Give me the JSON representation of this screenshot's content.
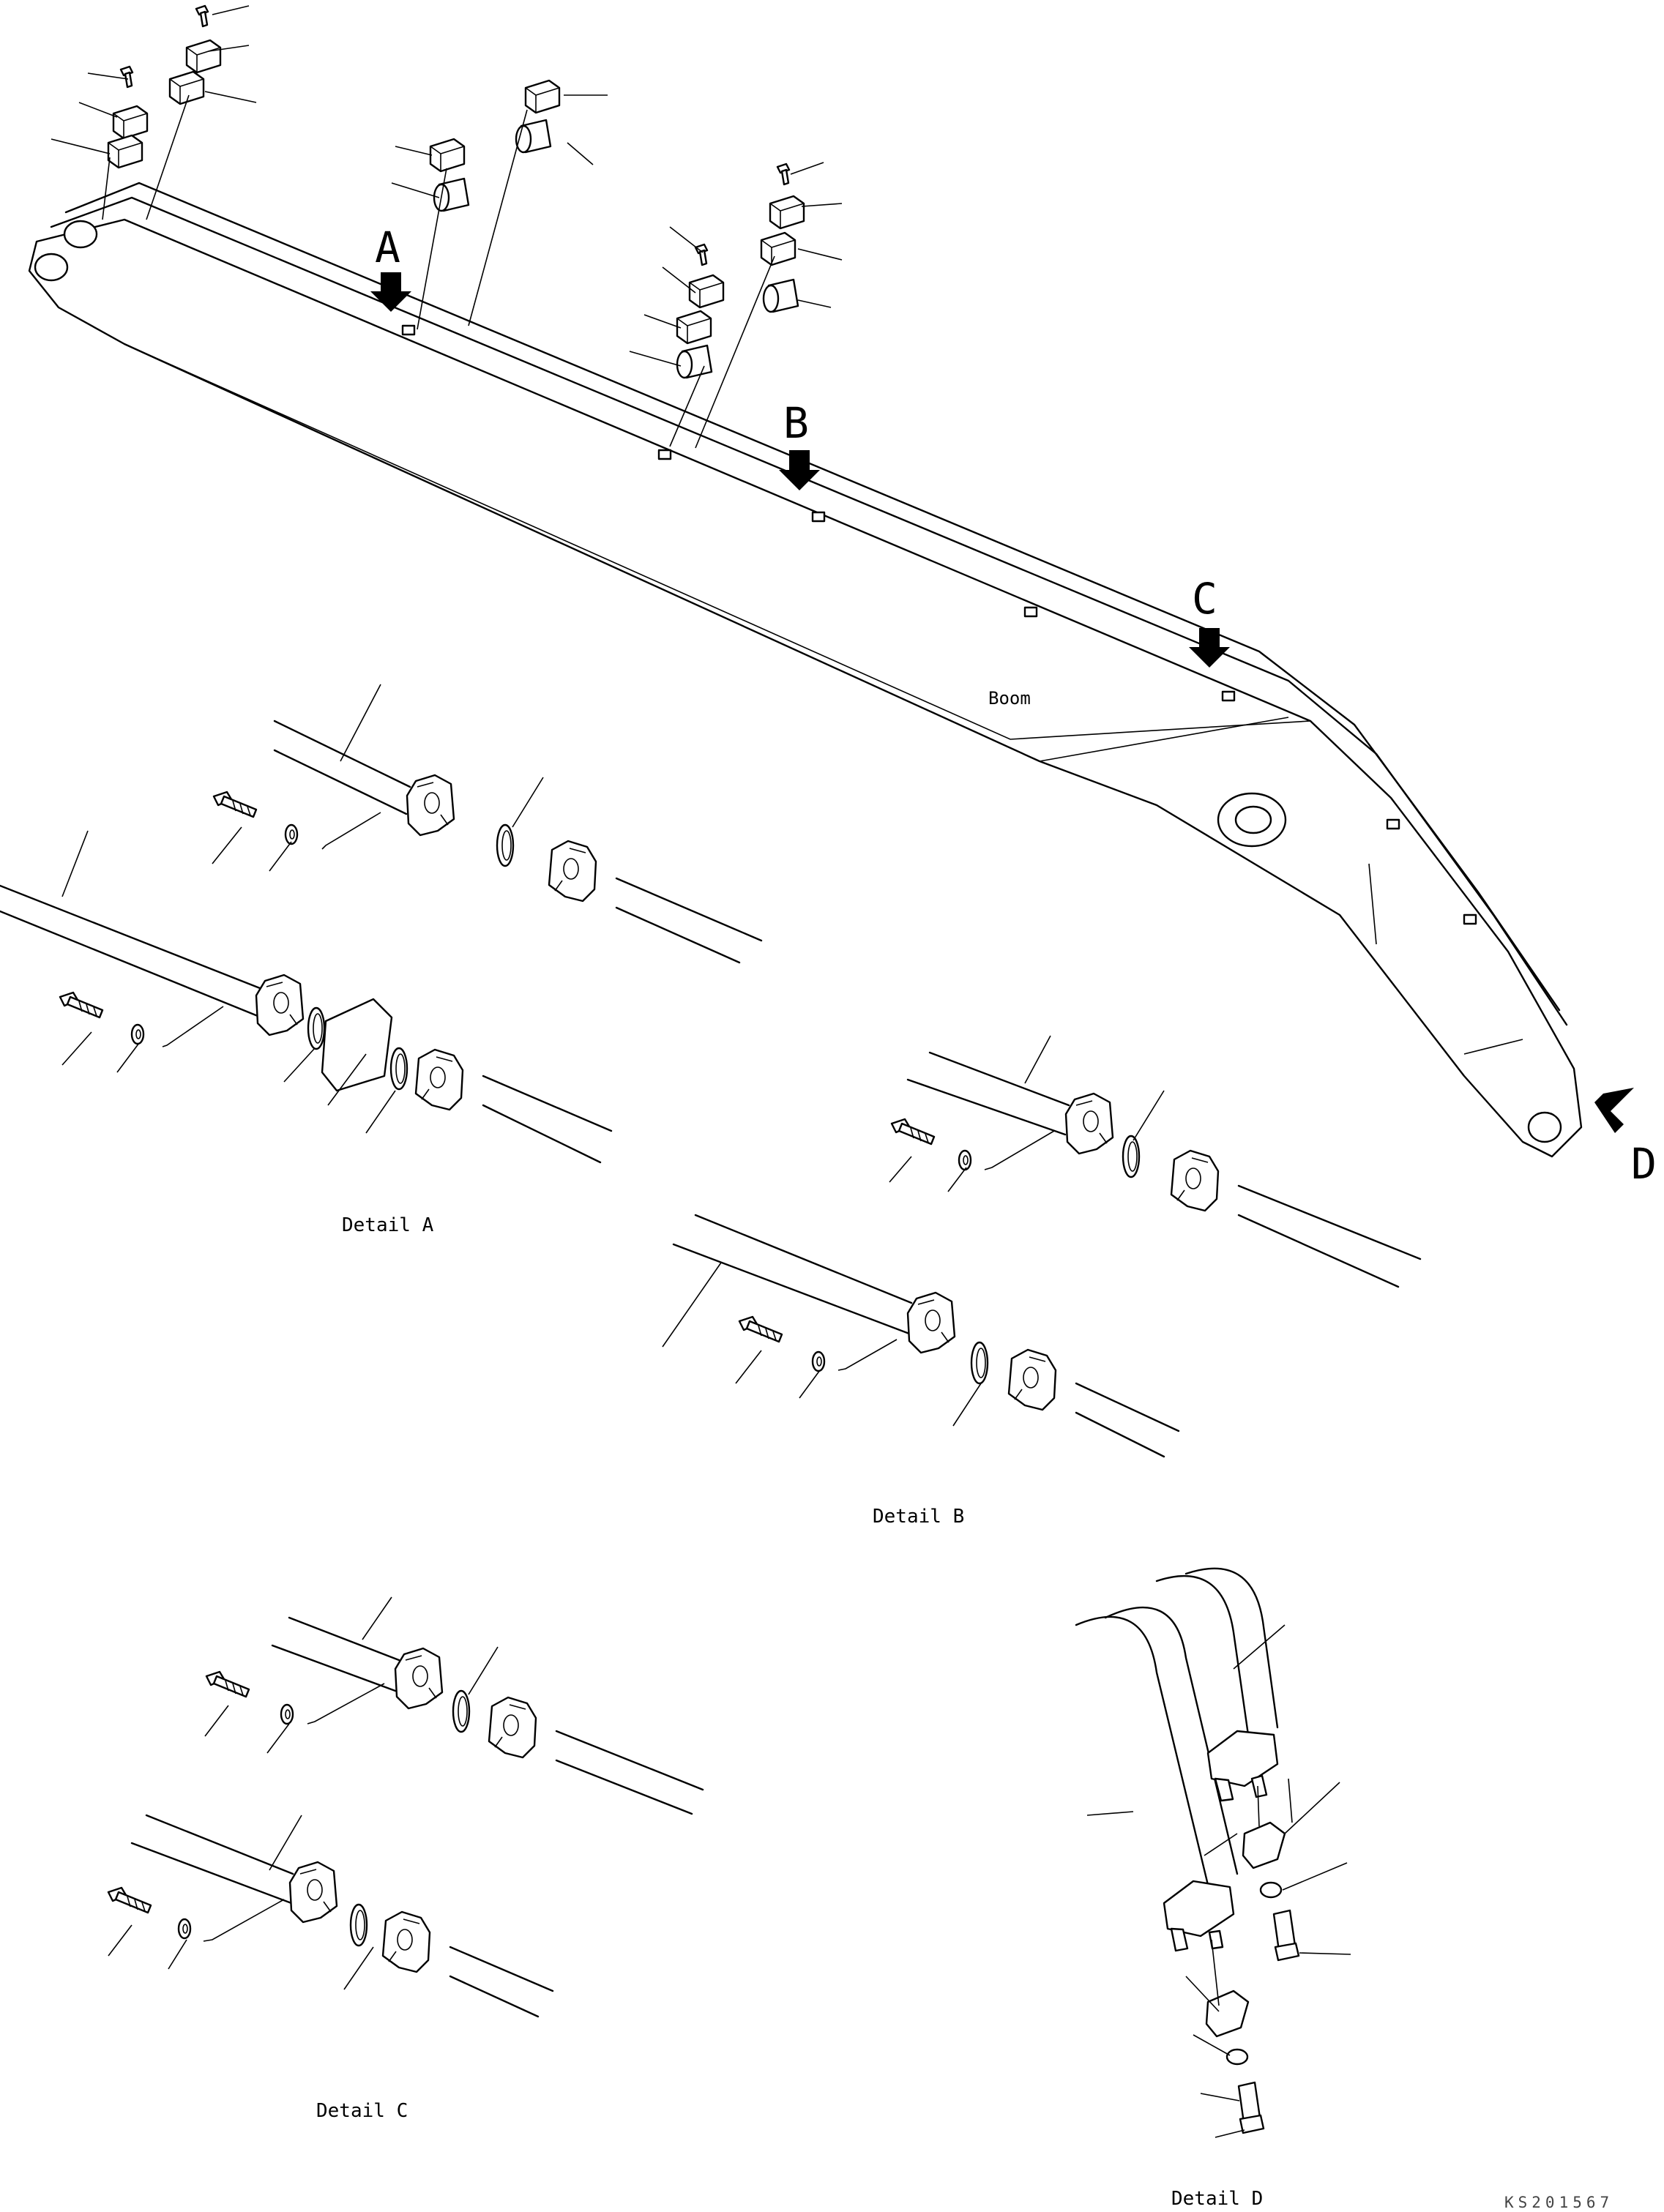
{
  "drawing": {
    "view_markers": [
      "A",
      "B",
      "C",
      "D"
    ],
    "boom_label": "Boom",
    "details": [
      {
        "id": "A",
        "caption": "Detail A"
      },
      {
        "id": "B",
        "caption": "Detail B"
      },
      {
        "id": "C",
        "caption": "Detail C"
      },
      {
        "id": "D",
        "caption": "Detail D"
      }
    ],
    "drawing_code": "KS201567"
  }
}
